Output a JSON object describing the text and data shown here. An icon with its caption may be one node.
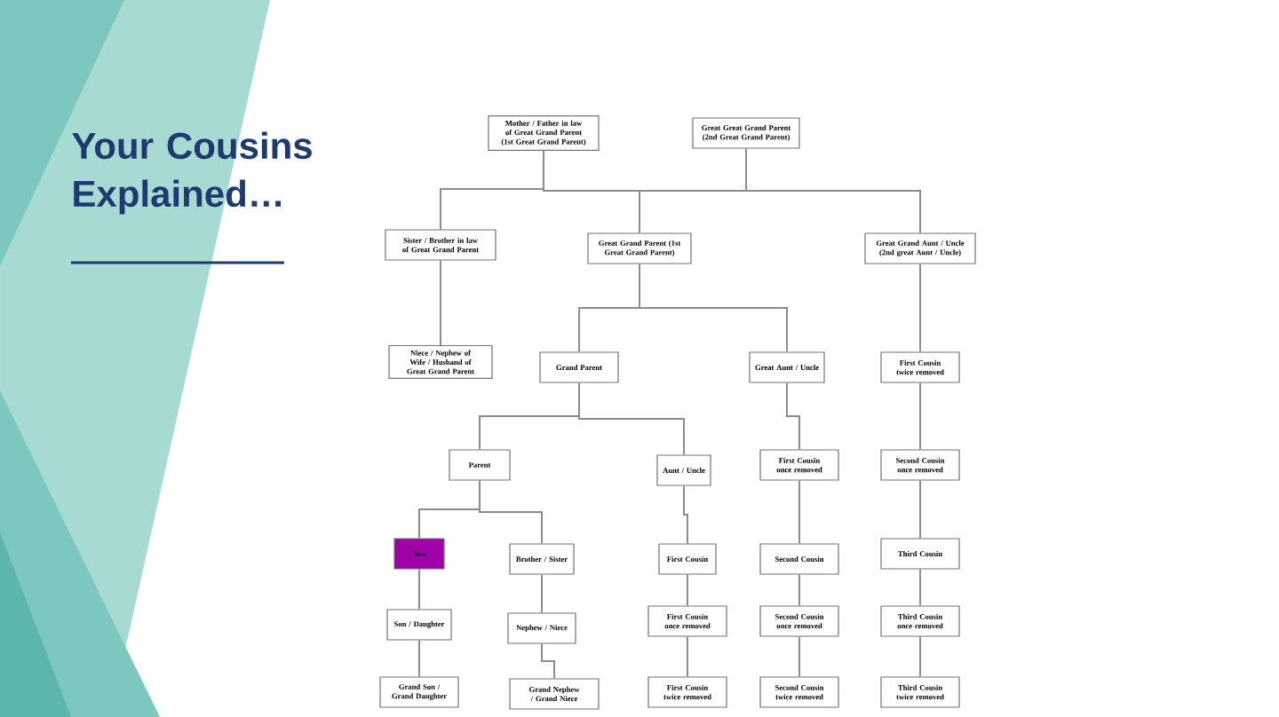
{
  "diagram": {
    "title": "Your Cousins Explained…",
    "nodes": [
      {
        "text": [
          "Mother / Father in law of Great Grand Parent (1st Great Grand Parent)"
        ]
      },
      {
        "text": [
          "Great Great Grand Parent (2nd Great Grand Parent)"
        ]
      },
      {
        "text": [
          "Sister / Brother in law of Great Grand Parent"
        ]
      },
      {
        "text": [
          "Great Grand Parent (1st Great Grand Parent)"
        ]
      },
      {
        "text": [
          "Great Grand Aunt / Uncle (2nd great Aunt / Uncle)"
        ]
      },
      {
        "text": [
          "Niece / Nephew of Wife / Husband of Great Grand Parent"
        ]
      },
      {
        "text": [
          "Grand Parent"
        ]
      },
      {
        "text": [
          "Great Aunt / Uncle"
        ]
      },
      {
        "text": [
          "First Cousin twice removed"
        ]
      },
      {
        "text": [
          "Parent"
        ]
      },
      {
        "text": [
          "Aunt / Uncle"
        ]
      },
      {
        "text": [
          "First Cousin once removed"
        ]
      },
      {
        "text": [
          "Second Cousin once removed"
        ]
      },
      {
        "text": [
          "You"
        ]
      },
      {
        "text": [
          "Brother / Sister"
        ]
      },
      {
        "text": [
          "First Cousin"
        ]
      },
      {
        "text": [
          "Second Cousin"
        ]
      },
      {
        "text": [
          "Third Cousin"
        ]
      },
      {
        "text": [
          "Son / Daughter"
        ]
      },
      {
        "text": [
          "Nephew / Niece"
        ]
      },
      {
        "text": [
          "First Cousin once removed"
        ]
      },
      {
        "text": [
          "Second Cousin once removed"
        ]
      },
      {
        "text": [
          "Third Cousin once removed"
        ]
      },
      {
        "text": [
          "Grand Son / Grand Daughter"
        ]
      },
      {
        "text": [
          "Grand Nephew / Grand Niece"
        ]
      },
      {
        "text": [
          "First Cousin twice removed"
        ]
      },
      {
        "text": [
          "Second Cousin twice removed"
        ]
      },
      {
        "text": [
          "Third Cousin twice removed"
        ]
      }
    ],
    "edges": [
      {
        "from": 0,
        "to": 2,
        "arrow": "none"
      },
      {
        "from": 0,
        "to": 3,
        "arrow": "none"
      },
      {
        "from": 1,
        "to": 3,
        "arrow": "none"
      },
      {
        "from": 1,
        "to": 4,
        "arrow": "none"
      },
      {
        "from": 2,
        "to": 5,
        "arrow": "none"
      },
      {
        "from": 3,
        "to": 6,
        "arrow": "none"
      },
      {
        "from": 3,
        "to": 7,
        "arrow": "none"
      },
      {
        "from": 4,
        "to": 8,
        "arrow": "none"
      },
      {
        "from": 6,
        "to": 9,
        "arrow": "none"
      },
      {
        "from": 6,
        "to": 10,
        "arrow": "none"
      },
      {
        "from": 7,
        "to": 11,
        "arrow": "none"
      },
      {
        "from": 8,
        "to": 12,
        "arrow": "none"
      },
      {
        "from": 9,
        "to": 13,
        "arrow": "none"
      },
      {
        "from": 9,
        "to": 14,
        "arrow": "none"
      },
      {
        "from": 10,
        "to": 15,
        "arrow": "none"
      },
      {
        "from": 11,
        "to": 16,
        "arrow": "none"
      },
      {
        "from": 12,
        "to": 17,
        "arrow": "none"
      },
      {
        "from": 13,
        "to": 18,
        "arrow": "none"
      },
      {
        "from": 14,
        "to": 19,
        "arrow": "none"
      },
      {
        "from": 15,
        "to": 20,
        "arrow": "none"
      },
      {
        "from": 16,
        "to": 21,
        "arrow": "none"
      },
      {
        "from": 17,
        "to": 22,
        "arrow": "none"
      },
      {
        "from": 18,
        "to": 23,
        "arrow": "none"
      },
      {
        "from": 19,
        "to": 24,
        "arrow": "none"
      },
      {
        "from": 20,
        "to": 25,
        "arrow": "none"
      },
      {
        "from": 21,
        "to": 26,
        "arrow": "none"
      },
      {
        "from": 22,
        "to": 27,
        "arrow": "none"
      }
    ]
  }
}
